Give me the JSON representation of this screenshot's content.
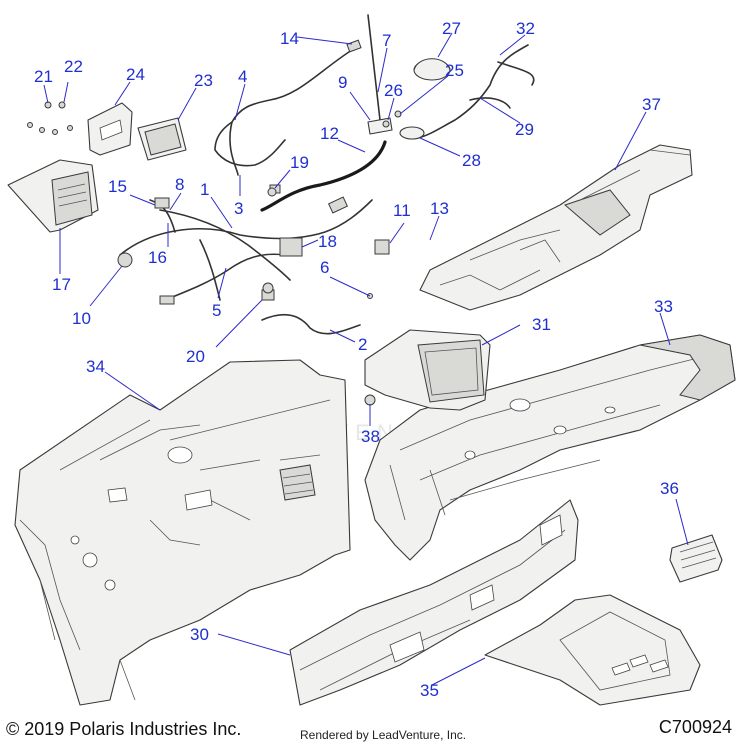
{
  "diagram": {
    "callouts": [
      "1",
      "2",
      "3",
      "4",
      "5",
      "6",
      "7",
      "8",
      "9",
      "10",
      "11",
      "12",
      "13",
      "14",
      "15",
      "16",
      "17",
      "18",
      "19",
      "20",
      "21",
      "22",
      "23",
      "24",
      "25",
      "26",
      "27",
      "28",
      "29",
      "30",
      "31",
      "32",
      "33",
      "34",
      "35",
      "36",
      "37",
      "38"
    ],
    "watermark": "LEADVENTURE",
    "colors": {
      "callout": "#1f2fd0",
      "leader": "#2b2bcc",
      "outline": "#3a3a3a",
      "fill": "#f1f1ef"
    }
  },
  "footer": {
    "copyright": "© 2019 Polaris Industries Inc.",
    "rendered_by": "Rendered by LeadVenture, Inc.",
    "code": "C700924"
  }
}
